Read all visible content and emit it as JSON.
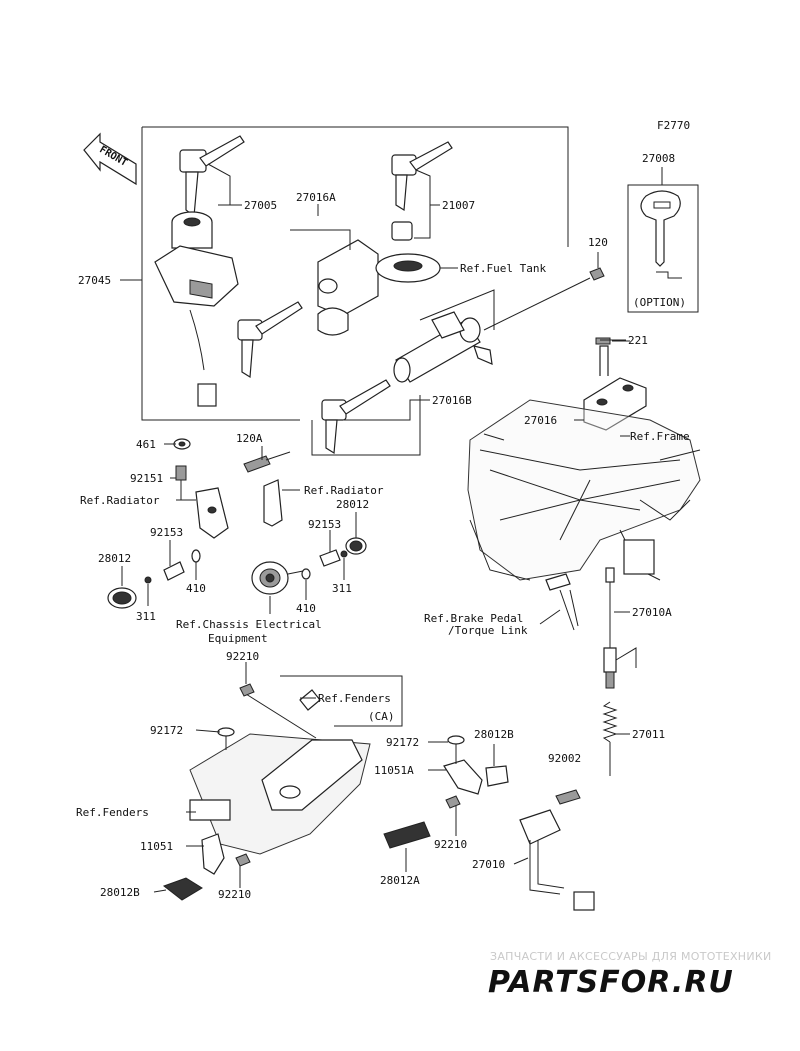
{
  "figure_code": "F2770",
  "front_label": "FRONT",
  "labels": {
    "p27005": "27005",
    "p27016A": "27016A",
    "p21007": "21007",
    "p27008": "27008",
    "p27045": "27045",
    "ref_fuel_tank": "Ref.Fuel Tank",
    "p120": "120",
    "option": "(OPTION)",
    "p221": "221",
    "p27016": "27016",
    "ref_frame": "Ref.Frame",
    "p27016B": "27016B",
    "p461": "461",
    "p120A": "120A",
    "p92151": "92151",
    "ref_radiator_left": "Ref.Radiator",
    "ref_radiator_mid": "Ref.Radiator",
    "p28012_mid": "28012",
    "p92153_left": "92153",
    "p92153_mid": "92153",
    "p28012_left": "28012",
    "p410_left": "410",
    "p410_mid": "410",
    "p311_left": "311",
    "p311_mid": "311",
    "ref_chassis_1": "Ref.Chassis Electrical",
    "ref_chassis_2": "Equipment",
    "ref_brake_1": "Ref.Brake Pedal",
    "ref_brake_2": "/Torque Link",
    "p27010A": "27010A",
    "p92210_top": "92210",
    "ref_fenders_top": "Ref.Fenders",
    "ca": "(CA)",
    "p92172_left": "92172",
    "p92172_mid": "92172",
    "p28012B_mid": "28012B",
    "p27011": "27011",
    "p11051A": "11051A",
    "p92002": "92002",
    "ref_fenders_left": "Ref.Fenders",
    "p92210_mid": "92210",
    "p11051": "11051",
    "p27010": "27010",
    "p28012B_left": "28012B",
    "p92210_bottom": "92210",
    "p28012A": "28012A"
  },
  "watermark": {
    "top_line": "ЗАПЧАСТИ И АКСЕССУАРЫ ДЛЯ МОТОТЕХНИКИ",
    "brand": "PARTSFOR.RU",
    "brand_color": "#e8a6a6"
  }
}
